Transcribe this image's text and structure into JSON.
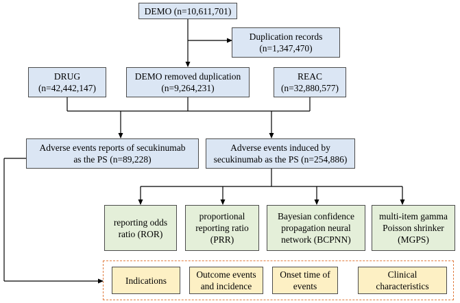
{
  "demo": "DEMO (n=10,611,701)",
  "duplication": "Duplication records\n(n=1,347,470)",
  "drug": "DRUG\n(n=42,442,147)",
  "demo_removed": "DEMO removed duplication\n(n=9,264,231)",
  "reac": "REAC\n(n=32,880,577)",
  "reports": "Adverse events reports of secukinumab\nas the PS (n=89,228)",
  "induced": "Adverse events induced by\nsecukinumab as the PS (n=254,886)",
  "methods": [
    "reporting odds\nratio (ROR)",
    "proportional\nreporting ratio\n(PRR)",
    "Bayesian confidence\npropagation neural\nnetwork (BCPNN)",
    "multi-item gamma\nPoisson shrinker\n(MGPS)"
  ],
  "outcomes": [
    "Indications",
    "Outcome events\nand incidence",
    "Onset time of\nevents",
    "Clinical\ncharacteristics"
  ],
  "colors": {
    "blue_fill": "#dbe6f4",
    "green_fill": "#e4efd9",
    "yellow_fill": "#fdf0c4",
    "dashed_border": "#e07a3c"
  }
}
